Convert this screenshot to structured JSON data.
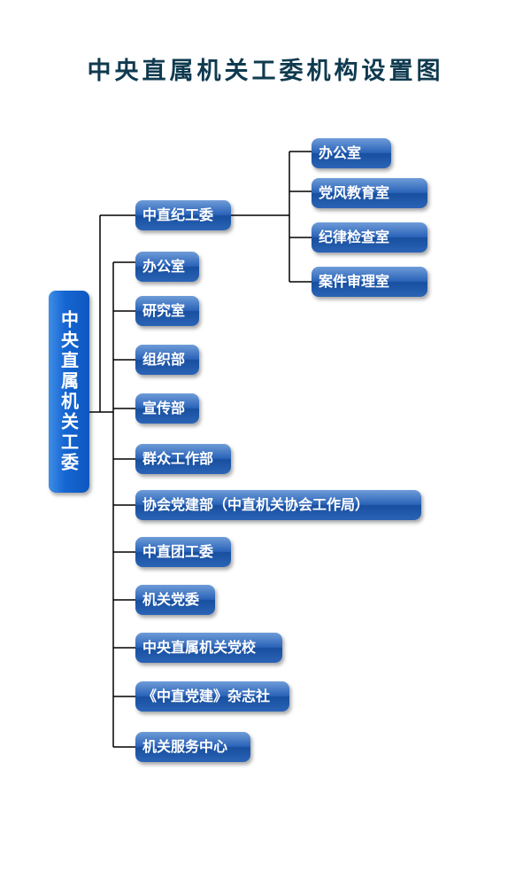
{
  "title": "中央直属机关工委机构设置图",
  "root": {
    "label": "中央直属机关工委"
  },
  "discipline": {
    "label": "中直纪工委",
    "children": [
      "办公室",
      "党风教育室",
      "纪律检查室",
      "案件审理室"
    ]
  },
  "departments": [
    "办公室",
    "研究室",
    "组织部",
    "宣传部",
    "群众工作部",
    "协会党建部（中直机关协会工作局）",
    "中直团工委",
    "机关党委",
    "中央直属机关党校",
    "《中直党建》杂志社",
    "机关服务中心"
  ]
}
